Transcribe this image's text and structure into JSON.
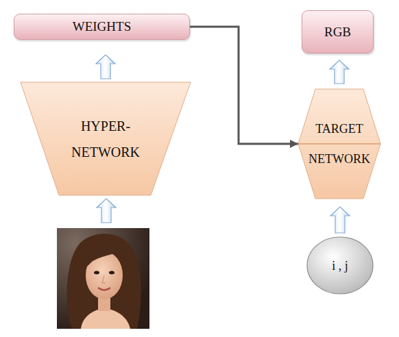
{
  "diagram": {
    "nodes": [
      {
        "text": [
          "WEIGHTS"
        ]
      },
      {
        "text": [
          "RGB"
        ]
      },
      {
        "text": [
          "HYPER- NETWORK"
        ]
      },
      {
        "text": [
          "TARGET NETWORK"
        ]
      },
      {
        "text": [
          "i , j"
        ]
      }
    ],
    "edges": [
      {
        "from": 2,
        "to": 0,
        "arrow": "to"
      },
      {
        "from": 0,
        "to": 3,
        "arrow": "to"
      },
      {
        "from": 3,
        "to": 1,
        "arrow": "to"
      },
      {
        "from": 4,
        "to": 3,
        "arrow": "to"
      }
    ]
  }
}
